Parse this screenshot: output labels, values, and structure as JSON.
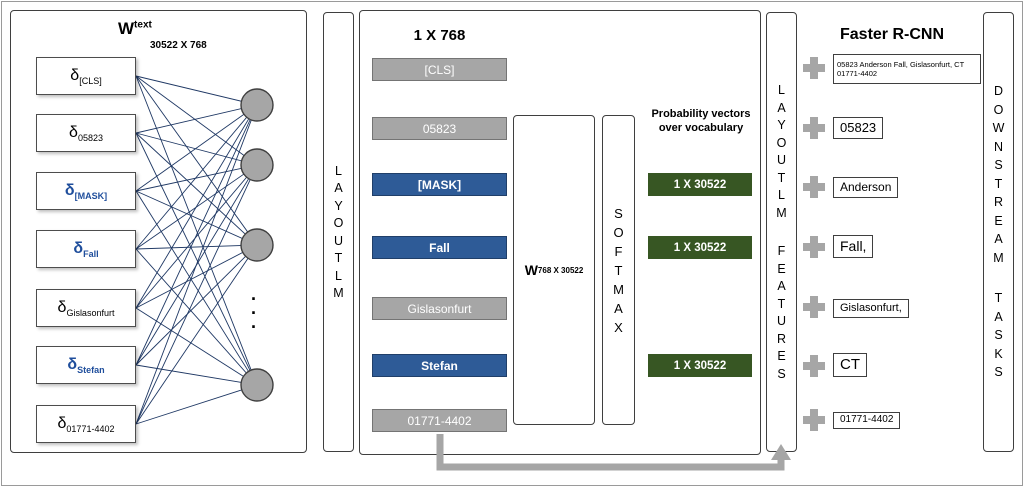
{
  "colors": {
    "edge_line": "#1f3864",
    "node_fill": "#a6a6a6",
    "node_border": "#3f3f3f",
    "gray_box": "#a6a6a6",
    "blue_box": "#2e5b97",
    "green_box": "#375623",
    "highlight_text": "#1f4e9c",
    "arrow": "#a6a6a6"
  },
  "left_panel": {
    "title_main": "W",
    "title_sup": "text",
    "title_dims": "30522 X 768",
    "tokens": [
      {
        "symbol": "δ",
        "sub": "[CLS]",
        "highlight": false
      },
      {
        "symbol": "δ",
        "sub": "05823",
        "highlight": false
      },
      {
        "symbol": "δ",
        "sub": "[MASK]",
        "highlight": true
      },
      {
        "symbol": "δ",
        "sub": "Fall",
        "highlight": true
      },
      {
        "symbol": "δ",
        "sub": "Gislasonfurt",
        "highlight": false
      },
      {
        "symbol": "δ",
        "sub": "Stefan",
        "highlight": true
      },
      {
        "symbol": "δ",
        "sub": "01771-4402",
        "highlight": false
      }
    ],
    "dots": "..."
  },
  "bars": {
    "layoutlm": "LAYOUTLM",
    "features": "LAYOUTLM FEATURES",
    "downstream": "DOWNSTREAM TASKS"
  },
  "middle_panel": {
    "title": "1 X 768",
    "embeddings": [
      {
        "label": "[CLS]",
        "style": "gray"
      },
      {
        "label": "05823",
        "style": "gray"
      },
      {
        "label": "[MASK]",
        "style": "blue"
      },
      {
        "label": "Fall",
        "style": "blue"
      },
      {
        "label": "Gislasonfurt",
        "style": "gray"
      },
      {
        "label": "Stefan",
        "style": "blue"
      },
      {
        "label": "01771-4402",
        "style": "gray"
      }
    ],
    "weight_matrix": {
      "main": "W",
      "dims": "768 X 30522"
    },
    "softmax": "SOFTMAX",
    "prob_label": "Probability vectors over vocabulary",
    "prob_vectors": [
      "1 X 30522",
      "1 X 30522",
      "1 X 30522"
    ]
  },
  "frcnn": {
    "title": "Faster R-CNN",
    "items": [
      "05823 Anderson Fall, Gislasonfurt, CT 01771-4402",
      "05823",
      "Anderson",
      "Fall,",
      "Gislasonfurt,",
      "CT",
      "01771-4402"
    ]
  }
}
